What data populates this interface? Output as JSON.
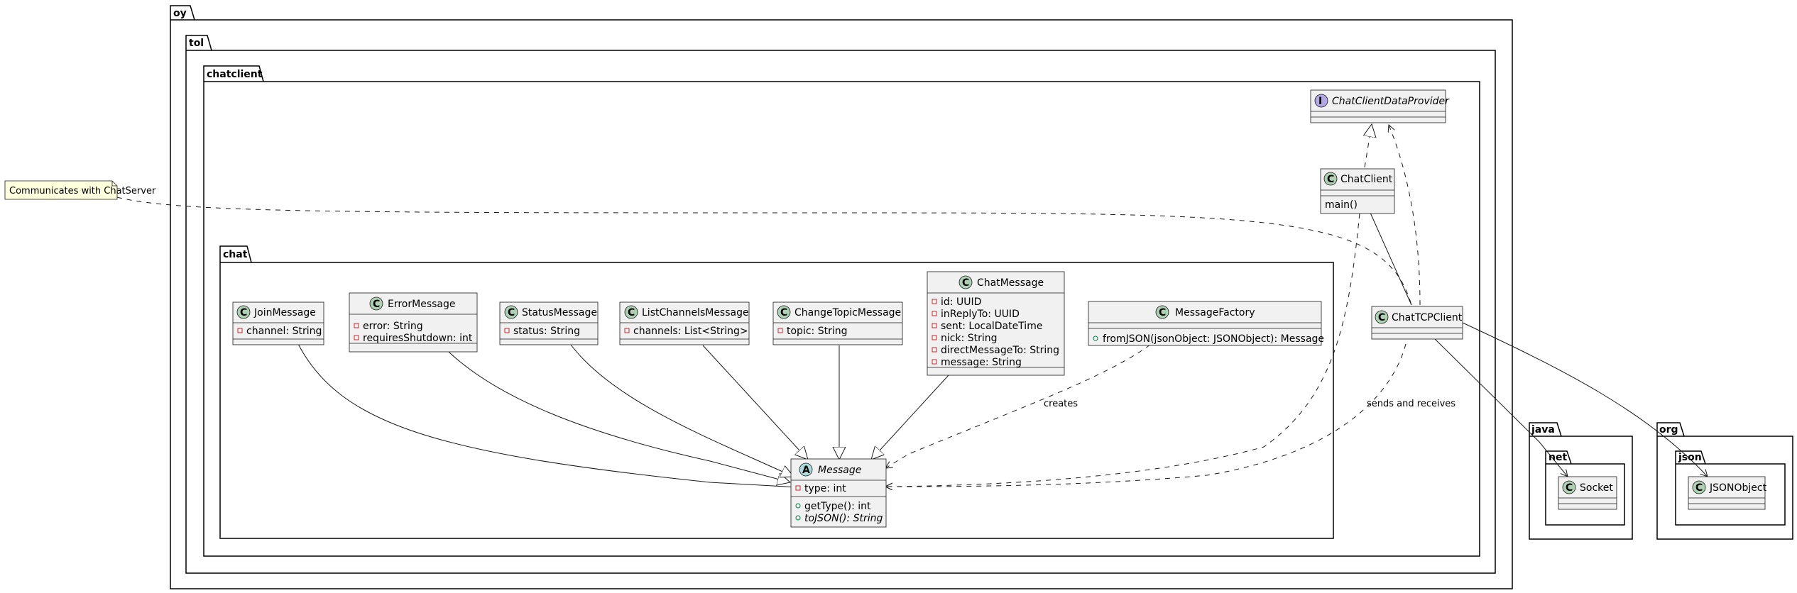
{
  "packages": {
    "oy": "oy",
    "tol": "tol",
    "chatclient": "chatclient",
    "chat": "chat",
    "java": "java",
    "net": "net",
    "org": "org",
    "json": "json"
  },
  "note": "Communicates with ChatServer",
  "classes": {
    "chat_client_data_provider": {
      "name": "ChatClientDataProvider",
      "stereotype": "I",
      "color": "#B4A7E5"
    },
    "chat_client": {
      "name": "ChatClient",
      "stereotype": "C",
      "methods": [
        "main()"
      ]
    },
    "chat_tcp_client": {
      "name": "ChatTCPClient",
      "stereotype": "C"
    },
    "join_message": {
      "name": "JoinMessage",
      "stereotype": "C",
      "fields": [
        "channel: String"
      ]
    },
    "error_message": {
      "name": "ErrorMessage",
      "stereotype": "C",
      "fields": [
        "error: String",
        "requiresShutdown: int"
      ]
    },
    "status_message": {
      "name": "StatusMessage",
      "stereotype": "C",
      "fields": [
        "status: String"
      ]
    },
    "list_channels_message": {
      "name": "ListChannelsMessage",
      "stereotype": "C",
      "fields": [
        "channels: List<String>"
      ]
    },
    "change_topic_message": {
      "name": "ChangeTopicMessage",
      "stereotype": "C",
      "fields": [
        "topic: String"
      ]
    },
    "chat_message": {
      "name": "ChatMessage",
      "stereotype": "C",
      "fields": [
        "id: UUID",
        "inReplyTo: UUID",
        "sent: LocalDateTime",
        "nick: String",
        "directMessageTo: String",
        "message: String"
      ]
    },
    "message_factory": {
      "name": "MessageFactory",
      "stereotype": "C",
      "methods": [
        "fromJSON(jsonObject: JSONObject): Message"
      ]
    },
    "message": {
      "name": "Message",
      "stereotype": "A",
      "fields": [
        "type: int"
      ],
      "methods": [
        "getType(): int",
        "toJSON(): String"
      ],
      "color": "#A9DCDF"
    },
    "socket": {
      "name": "Socket",
      "stereotype": "C"
    },
    "json_object": {
      "name": "JSONObject",
      "stereotype": "C"
    }
  },
  "edge_labels": {
    "creates": "creates",
    "sends_and_receives": "sends and receives"
  },
  "colors": {
    "class_badge": "#ADD1B2",
    "interface_badge": "#B4A7E5",
    "abstract_badge": "#A9DCDF",
    "note_fill": "#FEFFDD",
    "class_fill": "#F1F1F1"
  }
}
